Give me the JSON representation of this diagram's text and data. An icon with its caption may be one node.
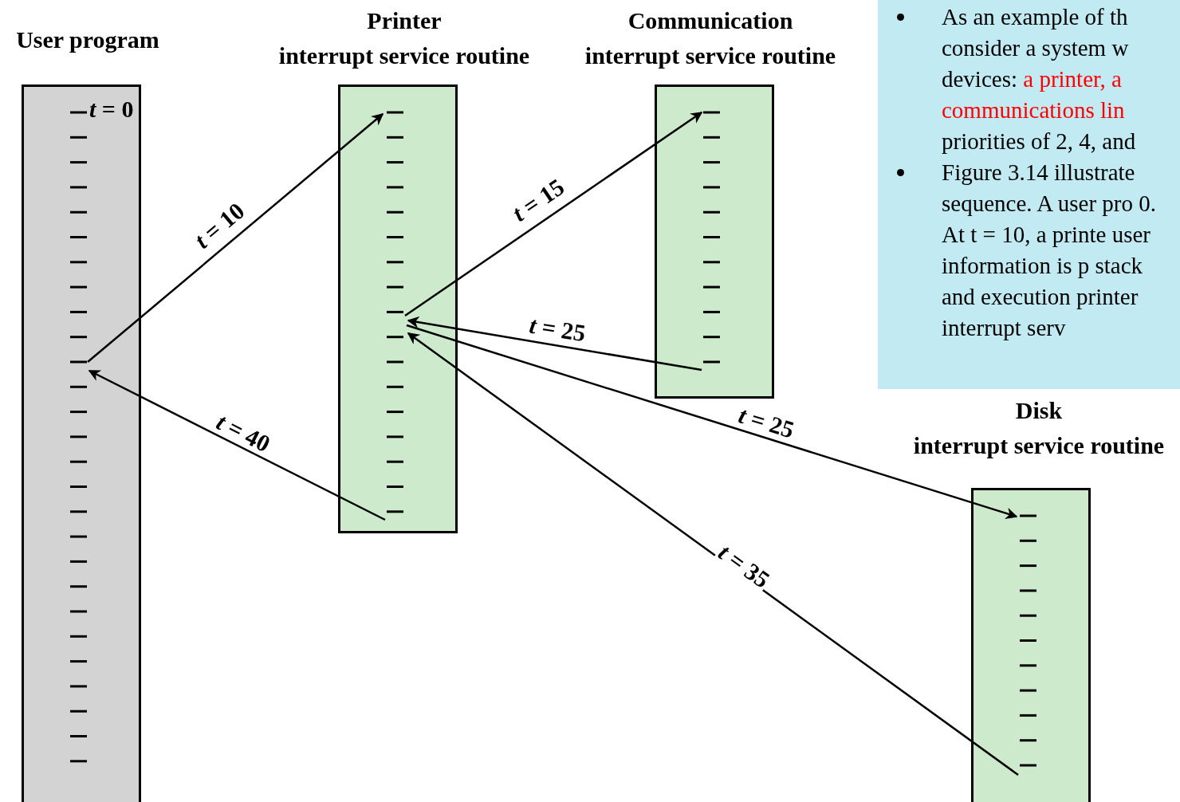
{
  "diagram": {
    "nodes": [
      {
        "text": [
          "User program"
        ]
      },
      {
        "text": [
          "Printer interrupt service routine"
        ]
      },
      {
        "text": [
          "Communication interrupt service routine"
        ]
      },
      {
        "text": [
          "As an example of th consider a system w devices:",
          "a printer, a communications lin",
          "priorities of 2, 4, and",
          "Figure 3.14 illustrate sequence. A user pro 0. At t = 10, a printe user information is p stack and execution printer interrupt serv"
        ]
      },
      {
        "text": [
          "Disk interrupt service routine"
        ]
      }
    ],
    "edges": [
      {
        "from": 0,
        "to": 1,
        "arrow": "to",
        "label": "*t* = 10"
      },
      {
        "from": 1,
        "to": 2,
        "arrow": "to",
        "label": "*t* = 15"
      },
      {
        "from": 2,
        "to": 1,
        "arrow": "to",
        "label": "*t* = 25"
      },
      {
        "from": 1,
        "to": 4,
        "arrow": "to",
        "label": "*t* = 25"
      },
      {
        "from": 4,
        "to": 1,
        "arrow": "to",
        "label": "*t* = 35"
      },
      {
        "from": 1,
        "to": 0,
        "arrow": "to",
        "label": "*t* = 40"
      }
    ],
    "labels": [
      "*t* = 0"
    ]
  }
}
